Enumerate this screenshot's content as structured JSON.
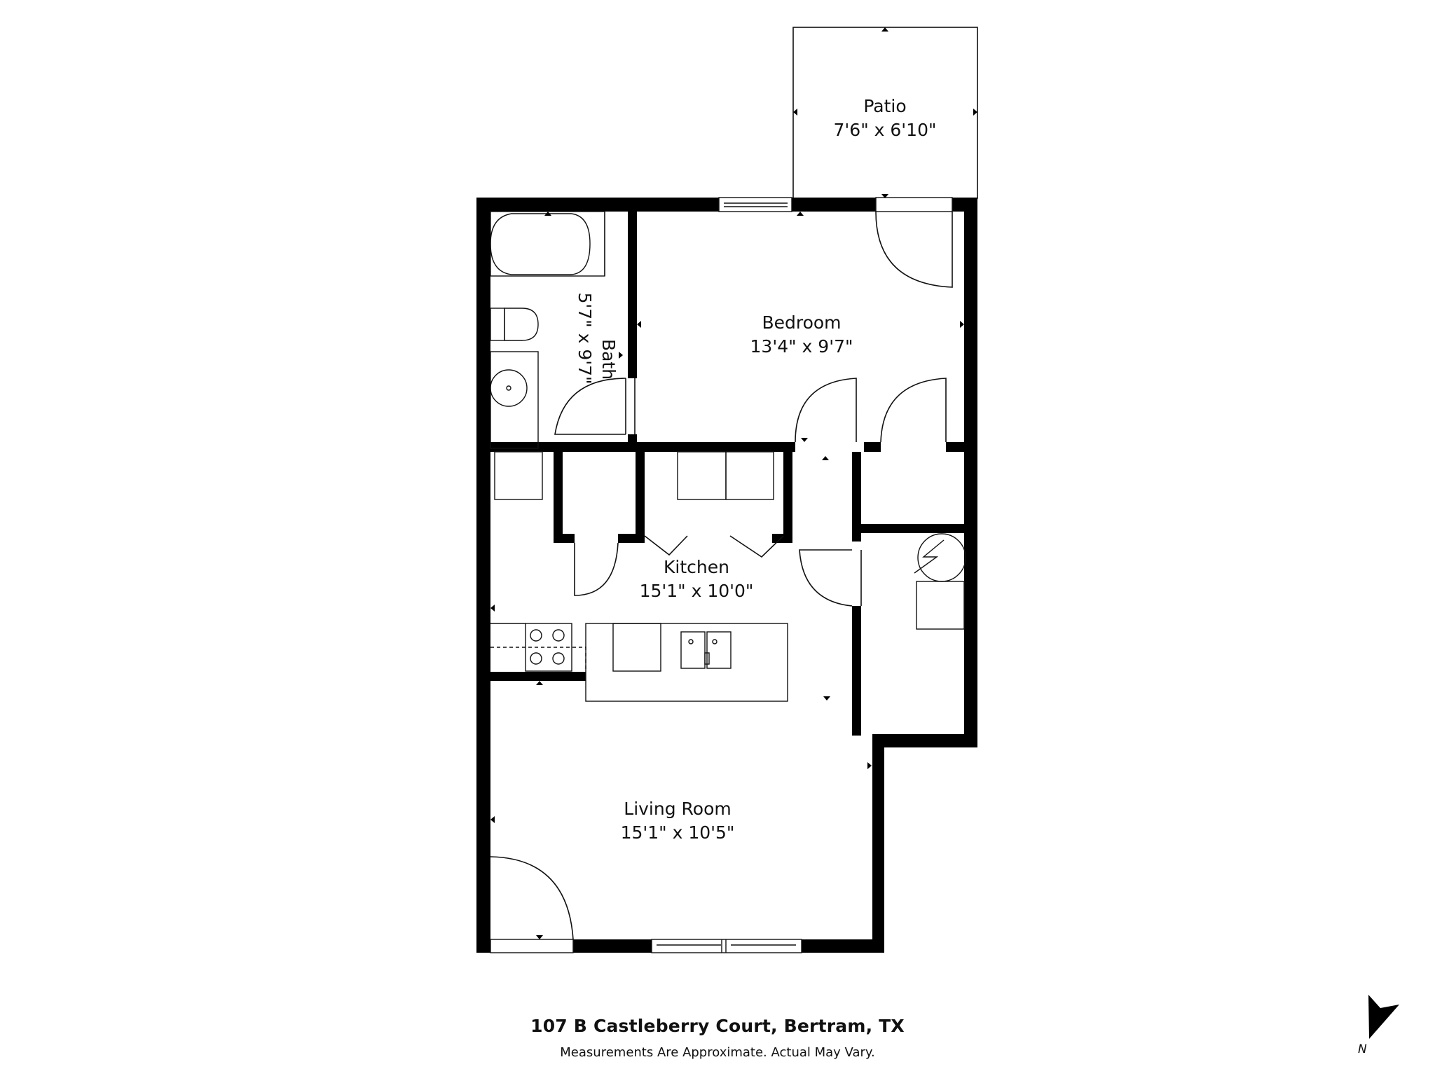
{
  "floorplan": {
    "rooms": [
      {
        "name": "Patio",
        "dimensions": "7'6\" x 6'10\""
      },
      {
        "name": "Bedroom",
        "dimensions": "13'4\" x 9'7\""
      },
      {
        "name": "Bath",
        "dimensions": "5'7\" x 9'7\""
      },
      {
        "name": "Kitchen",
        "dimensions": "15'1\" x 10'0\""
      },
      {
        "name": "Living Room",
        "dimensions": "15'1\" x 10'5\""
      }
    ],
    "fixtures": [
      "bathtub-icon",
      "toilet-icon",
      "sink-icon",
      "stove-icon",
      "kitchen-sink-icon",
      "water-heater-icon"
    ],
    "colors": {
      "wall": "#000000",
      "background": "#ffffff",
      "line": "#111111"
    }
  },
  "footer": {
    "address": "107 B Castleberry Court, Bertram, TX",
    "disclaimer": "Measurements Are Approximate. Actual May Vary."
  },
  "compass": {
    "label": "N"
  }
}
